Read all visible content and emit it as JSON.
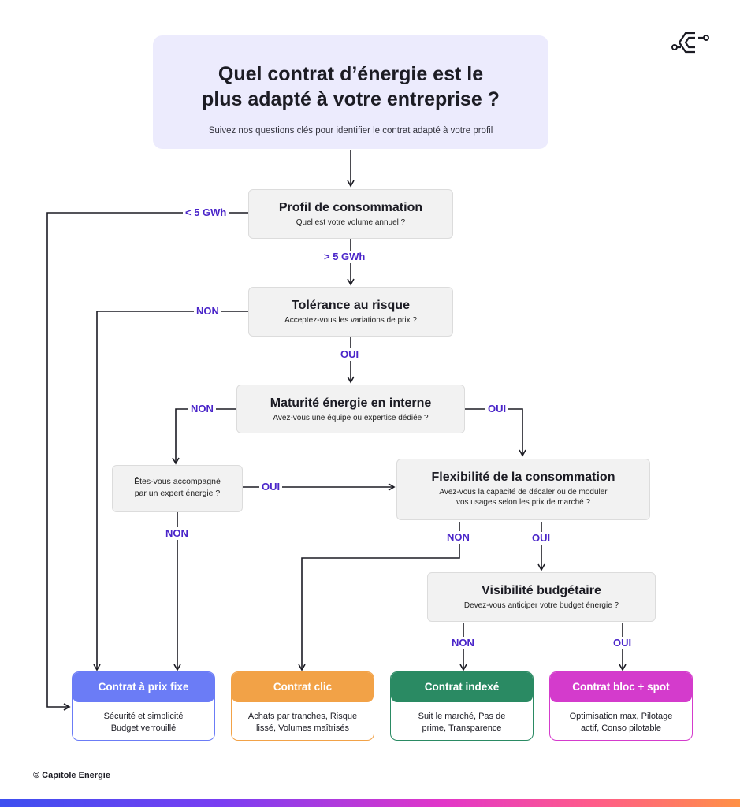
{
  "header": {
    "title": "Quel contrat d’énergie est le\nplus adapté à votre entreprise ?",
    "subtitle": "Suivez nos questions clés pour identifier le contrat adapté à votre profil"
  },
  "questions": {
    "profil": {
      "title": "Profil de consommation",
      "text": "Quel est votre volume annuel ?"
    },
    "tolerance": {
      "title": "Tolérance au risque",
      "text": "Acceptez-vous les variations de prix ?"
    },
    "maturite": {
      "title": "Maturité énergie en interne",
      "text": "Avez-vous une équipe ou expertise dédiée ?"
    },
    "accompagne": {
      "text": "Êtes-vous accompagné\npar un expert énergie ?"
    },
    "flexibilite": {
      "title": "Flexibilité de la consommation",
      "text": "Avez-vous la capacité de décaler ou de moduler\nvos usages selon les prix de marché ?"
    },
    "visibilite": {
      "title": "Visibilité budgétaire",
      "text": "Devez-vous anticiper votre budget énergie ?"
    }
  },
  "edge_labels": {
    "lt5": "< 5 GWh",
    "gt5": "> 5 GWh",
    "tol_non": "NON",
    "tol_oui": "OUI",
    "mat_non": "NON",
    "mat_oui": "OUI",
    "acc_oui": "OUI",
    "acc_non": "NON",
    "flex_non": "NON",
    "flex_oui": "OUI",
    "vis_non": "NON",
    "vis_oui": "OUI"
  },
  "results": [
    {
      "title": "Contrat à prix fixe",
      "body": "Sécurité et simplicité\nBudget verrouillé",
      "color": "#6b7cf6"
    },
    {
      "title": "Contrat clic",
      "body": "Achats par tranches, Risque\nlissé, Volumes maîtrisés",
      "color": "#f2a247"
    },
    {
      "title": "Contrat indexé",
      "body": "Suit le marché, Pas de\nprime, Transparence",
      "color": "#2a8a63"
    },
    {
      "title": "Contrat bloc + spot",
      "body": "Optimisation max, Pilotage\nactif, Conso pilotable",
      "color": "#d43bcc"
    }
  ],
  "footer": "© Capitole Energie",
  "icons": {
    "logo": "capitole-logo-icon"
  }
}
